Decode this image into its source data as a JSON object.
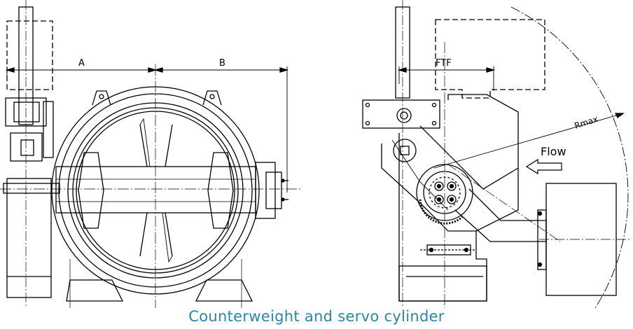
{
  "caption": "Counterweight and servo cylinder",
  "labels": {
    "dim_a": "A",
    "dim_b": "B",
    "dim_ftf": "FTF",
    "dim_rmax": "Rmax",
    "flow": "Flow"
  },
  "colors": {
    "caption": "#2a86a6",
    "line": "#000000",
    "background": "#ffffff"
  }
}
